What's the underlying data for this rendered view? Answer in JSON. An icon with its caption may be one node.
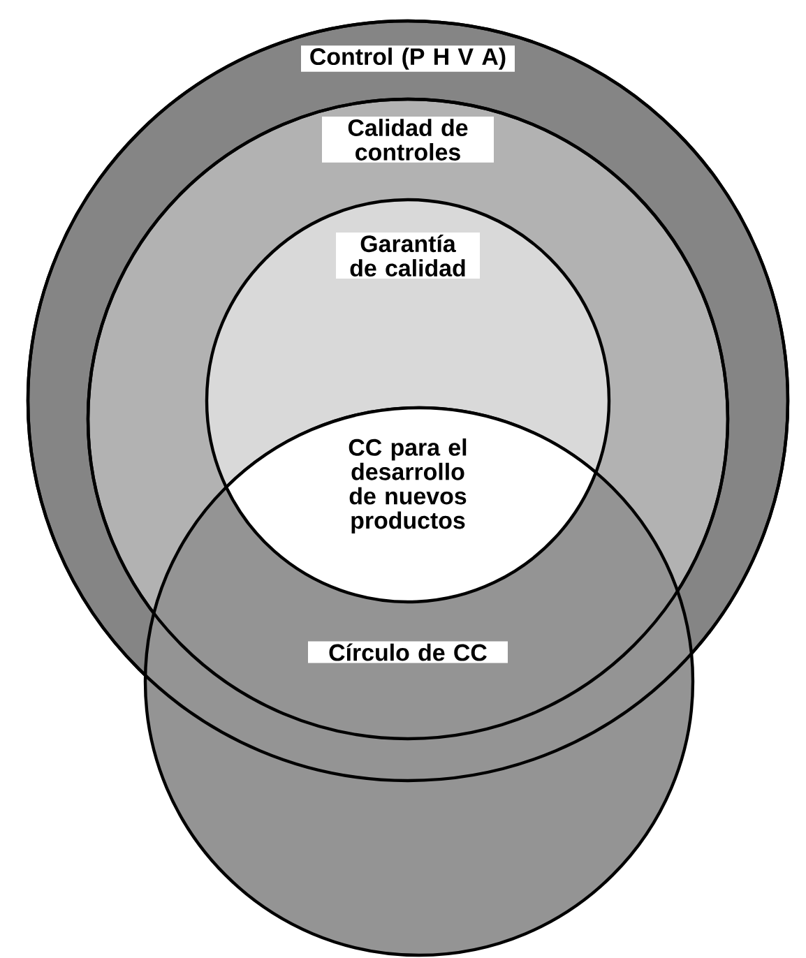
{
  "diagram": {
    "nodes": [
      {
        "text": [
          "Control (P H V A)"
        ]
      },
      {
        "text": [
          "Calidad de controles"
        ],
        "in": 0
      },
      {
        "text": [
          "Garantía de calidad"
        ],
        "in": 1
      },
      {
        "text": [
          "CC para el desarrollo de nuevos productos"
        ]
      },
      {
        "text": [
          "Círculo de CC"
        ]
      }
    ]
  }
}
